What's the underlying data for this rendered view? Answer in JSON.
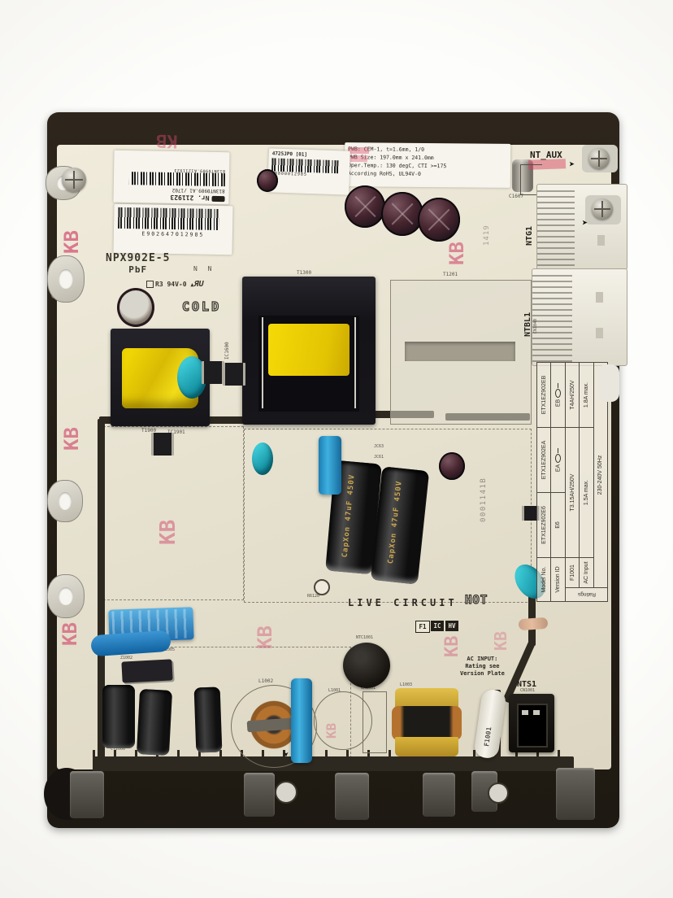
{
  "board": {
    "model": "NPX902E-5",
    "lead_free": "PbF",
    "flammability": "R3 94V-0",
    "cold_label": "COLD",
    "hot_label": "HOT",
    "live_circuit_label": "LIVE CIRCUIT",
    "marking_boxes": {
      "f1": "F1",
      "ic": "IC",
      "hv": "HV"
    },
    "nn_mark": "N N",
    "handwritten_mark": "SO"
  },
  "stickers": {
    "spec": {
      "line1": "PWB: CEM-1, t=1.6mm, 1/0",
      "line2": "PWB Size: 197.0mm x 241.0mm",
      "line3": "Oper.Temp.: 130 degC, CTI >=175",
      "line4": "According RoHS, UL94V-0"
    },
    "batch": {
      "code": "4725JP0 [01]",
      "barcode_number": "B0800012985"
    },
    "serial_label": {
      "nr_line": "Nr. 211923",
      "part_line": "813NT0909.A1 /1702",
      "small_line": "813NT0909.A1211923"
    },
    "barcode_label": "E902647012985"
  },
  "stamps": {
    "kb": "KB",
    "serial": "0001141B",
    "date_code": "1419"
  },
  "connectors": {
    "nt_aux": "NT_AUX",
    "ntg1": "NTG1",
    "ntbl1": "NTBL1",
    "ntbl1_sub": "CN1040",
    "nts1": "NTS1",
    "nts1_sub": "CN1001"
  },
  "notes": {
    "ac1": "AC INPUT:",
    "ac2": "Rating see",
    "ac3": "Version Plate"
  },
  "version_table": {
    "side_label": "Ratings",
    "mark_icon": "oval-dash",
    "rows": {
      "model": {
        "label": "Model No.",
        "cells": [
          "ETX1EZ902E6",
          "ETX1EZ902EA",
          "ETX1EZ902EB"
        ]
      },
      "version": {
        "label": "Version ID",
        "cells": [
          "E6",
          "EA",
          "EB"
        ]
      },
      "fuse": {
        "label": "F1001",
        "cells": [
          "T3.15AH/250V",
          "T4AH/250V"
        ]
      },
      "ac": {
        "label": "AC Input",
        "cells": [
          "1.5A max.",
          "1.8A max."
        ]
      },
      "footer": "230-240V 50Hz"
    }
  },
  "components": {
    "t1300": "T1300",
    "t1201": "T1201",
    "t1900": "T1900",
    "c1607": "C1607",
    "cy1203": "CY1203",
    "ic1601": "IC1601",
    "ic1600": "IC1600",
    "ic1901": "IC1901",
    "jc63": "JC63",
    "jc61": "JC61",
    "ntc1001": "NTC1001",
    "r6120": "R6120",
    "l1001": "L1001",
    "l1002": "L1002",
    "l1003": "L1003",
    "cx1001": "CX1001",
    "cx_pair": "CX1003-CX1002",
    "r1005": "R1005",
    "z1002": "Z1002",
    "cy2006": "CY2006",
    "f1001": "F1001",
    "capxon_brand": "CapXon",
    "capxon_rating": "47uF 450V"
  },
  "safety": {
    "ul_mark": "UL",
    "triangle_mark": "triangle"
  }
}
